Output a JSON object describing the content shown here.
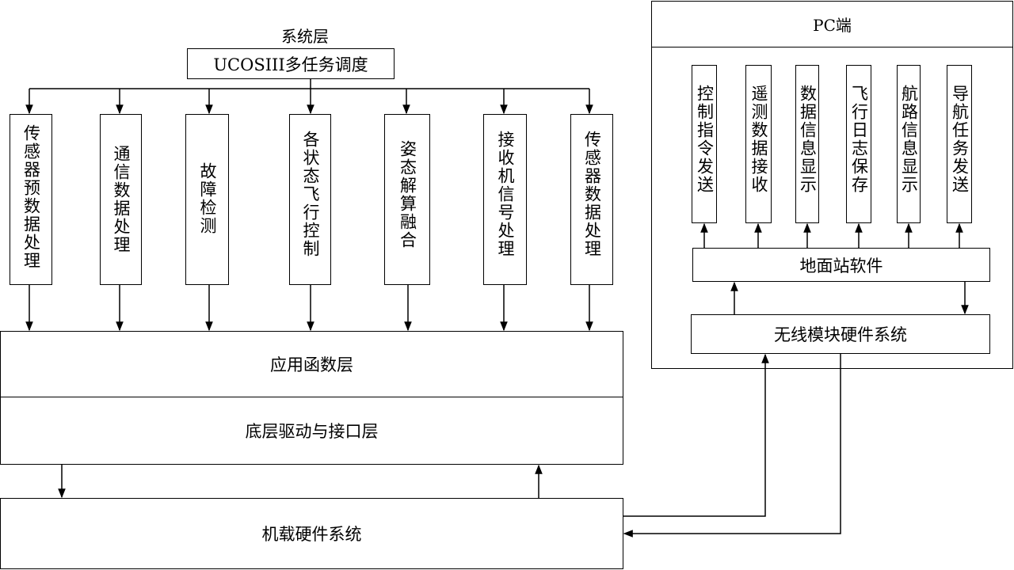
{
  "system_layer": {
    "title": "系统层",
    "scheduler": "UCOSIII多任务调度",
    "tasks": [
      "传感器预数据处理",
      "通信数据处理",
      "故障检测",
      "各状态飞行控制",
      "姿态解算融合",
      "接收机信号处理",
      "传感器数据处理"
    ]
  },
  "app_function_layer": "应用函数层",
  "driver_layer": "底层驱动与接口层",
  "onboard_hardware": "机载硬件系统",
  "pc": {
    "title": "PC端",
    "functions": [
      "控制指令发送",
      "遥测数据接收",
      "数据信息显示",
      "飞行日志保存",
      "航路信息显示",
      "导航任务发送"
    ],
    "ground_station": "地面站软件",
    "wireless_module": "无线模块硬件系统"
  }
}
